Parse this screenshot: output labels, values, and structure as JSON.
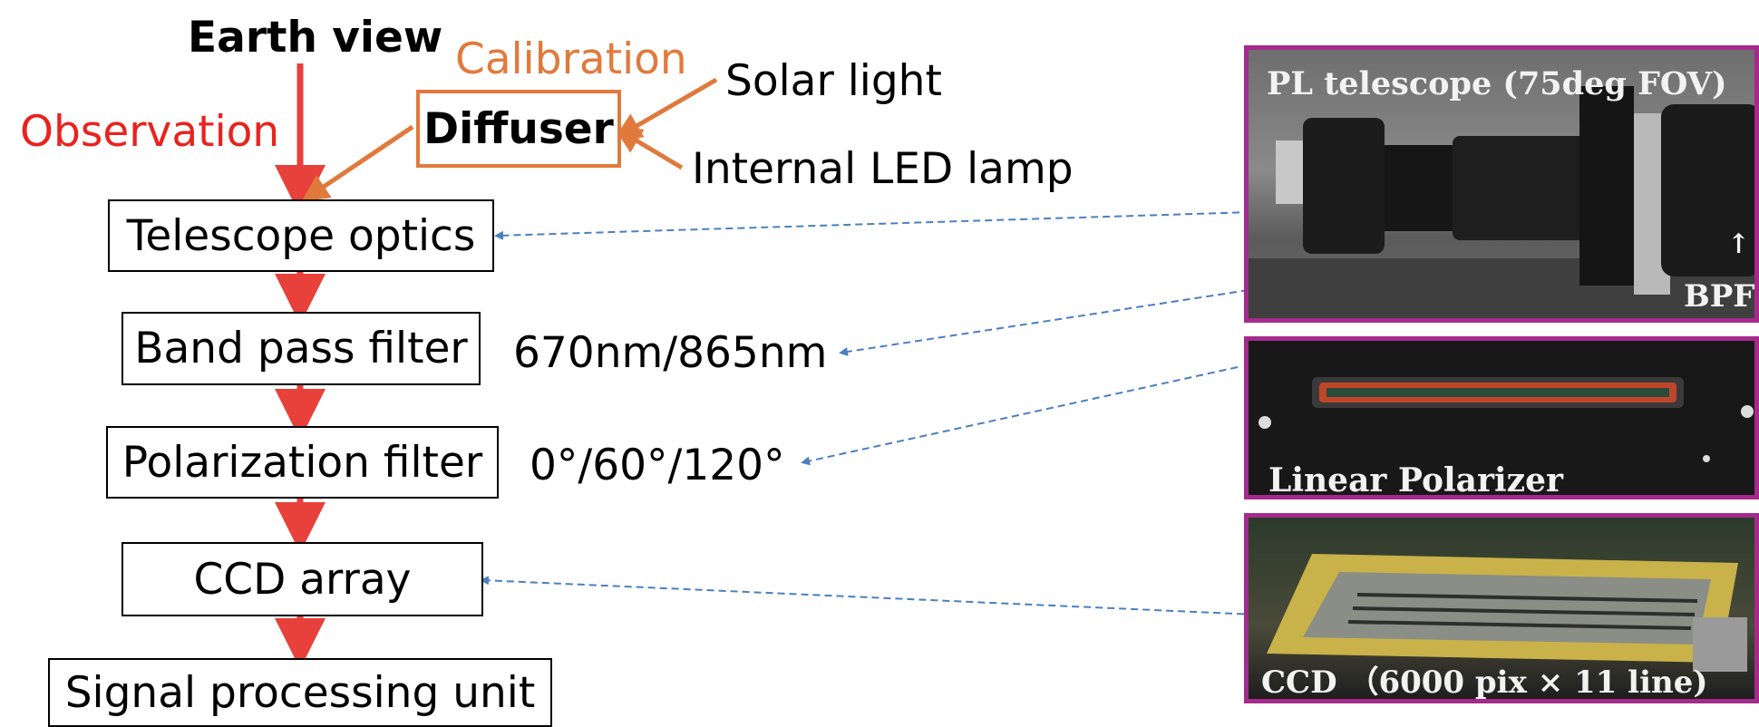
{
  "diagram": {
    "earth_view": "Earth view",
    "calibration": "Calibration",
    "observation": "Observation",
    "diffuser": "Diffuser",
    "solar_light": "Solar light",
    "internal_led": "Internal LED lamp",
    "blocks": {
      "telescope": "Telescope optics",
      "bandpass": "Band pass filter",
      "polarization": "Polarization filter",
      "ccd": "CCD array",
      "signal": "Signal processing unit"
    },
    "bandpass_value": "670nm/865nm",
    "polarization_value": "0°/60°/120°"
  },
  "photos": {
    "telescope_caption": "PL telescope (75deg FOV)",
    "bpf_label": "BPF",
    "bpf_arrow": "↑",
    "polarizer_caption": "Linear Polarizer",
    "ccd_caption": "CCD （6000 pix × 11 line)"
  },
  "colors": {
    "observation": "#e8231f",
    "calibration": "#e07a3c",
    "flow_arrow": "#e8403a",
    "dashed": "#4a7fc0",
    "photo_frame": "#a52a8c"
  }
}
